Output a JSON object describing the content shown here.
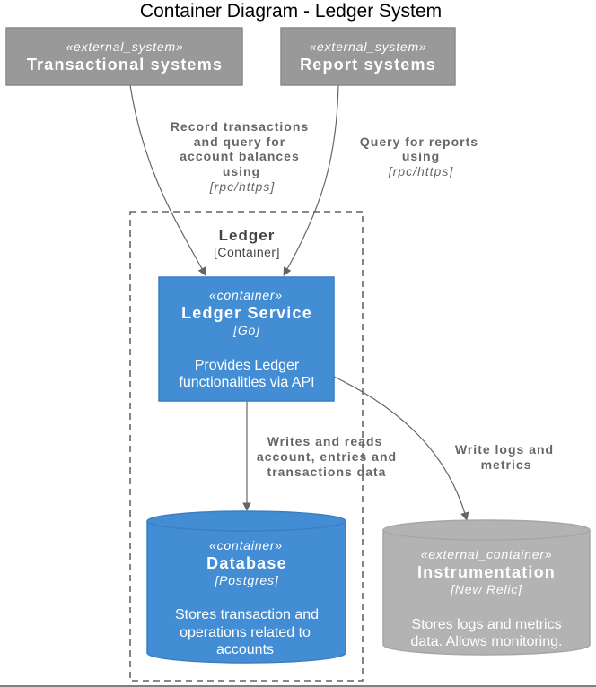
{
  "diagram": {
    "title": "Container Diagram - Ledger System",
    "boundary": {
      "name": "Ledger",
      "type": "[Container]"
    },
    "nodes": {
      "transactional": {
        "stereotype": "«external_system»",
        "name": "Transactional systems"
      },
      "report": {
        "stereotype": "«external_system»",
        "name": "Report systems"
      },
      "ledger_service": {
        "stereotype": "«container»",
        "name": "Ledger Service",
        "tech": "[Go]",
        "desc_lines": [
          "Provides Ledger",
          "functionalities via API"
        ]
      },
      "database": {
        "stereotype": "«container»",
        "name": "Database",
        "tech": "[Postgres]",
        "desc_lines": [
          "Stores transaction and",
          "operations related to",
          "accounts"
        ]
      },
      "instrumentation": {
        "stereotype": "«external_container»",
        "name": "Instrumentation",
        "tech": "[New Relic]",
        "desc_lines": [
          "Stores logs and metrics",
          "data. Allows monitoring."
        ]
      }
    },
    "edges": {
      "tx_to_ledger": {
        "label_lines": [
          "Record transactions",
          "and query for",
          "account balances",
          "using"
        ],
        "tech": "[rpc/https]"
      },
      "report_to_ledger": {
        "label_lines": [
          "Query for reports",
          "using"
        ],
        "tech": "[rpc/https]"
      },
      "ledger_to_db": {
        "label_lines": [
          "Writes and reads",
          "account, entries and",
          "transactions data"
        ]
      },
      "ledger_to_instr": {
        "label_lines": [
          "Write logs and",
          "metrics"
        ]
      }
    },
    "colors": {
      "external_system_fill": "#999999",
      "external_system_stroke": "#8a8a8a",
      "container_fill": "#438DD5",
      "container_stroke": "#3C7FC0",
      "external_container_fill": "#B3B3B3",
      "external_container_stroke": "#A6A6A6",
      "edge": "#666666",
      "edge_label": "#666666",
      "boundary": "#444444",
      "title": "#000000"
    }
  }
}
